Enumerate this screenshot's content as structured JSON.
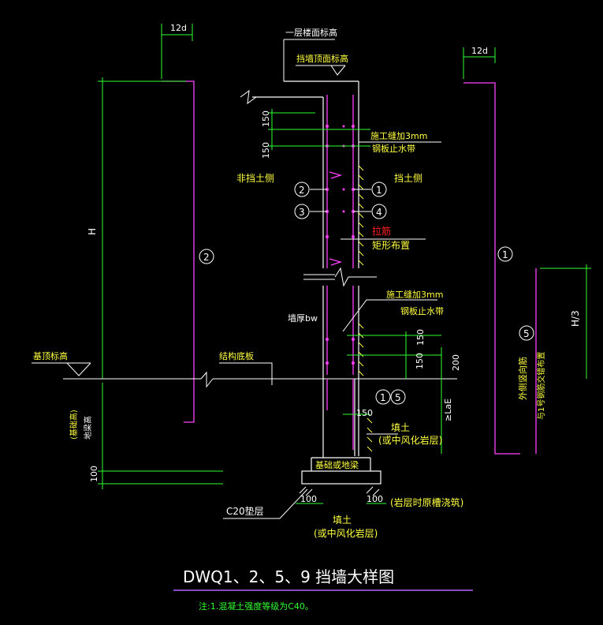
{
  "title": "DWQ1、2、5、9 挡墙大样图",
  "note": "注:1.混凝土强度等级为C40。",
  "dims": {
    "d12_left": "12d",
    "d12_right": "12d",
    "h": "H",
    "h3": "H/3",
    "top150a": "150",
    "top150b": "150",
    "bot150a": "150",
    "bot150b": "150",
    "d200": "200",
    "laE": "≥LaE",
    "d150_inner": "150",
    "d100_left": "100",
    "d100_a": "100",
    "d100_b": "100"
  },
  "labels": {
    "floor_level": "一层楼面标高",
    "wall_top_level": "挡墙顶面标高",
    "joint_top_1": "施工缝加3mm",
    "joint_top_2": "钢板止水带",
    "non_retaining_side": "非挡土侧",
    "retaining_side": "挡土侧",
    "tie_bar": "拉筋",
    "rect_layout": "矩形布置",
    "joint_bot_1": "施工缝加3mm",
    "joint_bot_2": "钢板止水带",
    "wall_thickness": "墙厚bw",
    "foundation_top_level": "基顶标高",
    "structural_slab": "结构底板",
    "backfill_1": "填土",
    "backfill_2": "(或中风化岩层)",
    "foundation_beam": "基础或地梁",
    "cushion": "C20垫层",
    "rock_note": "(岩层时原槽浇筑)",
    "soil_1": "填土",
    "soil_2": "(或中风化岩层)",
    "left_vertical_1": "(基础高)",
    "left_vertical_2": "地梁高",
    "right_vertical_1": "外侧竖向筋",
    "right_vertical_2": "与1号钢筋交错布置"
  },
  "callouts": {
    "c1": "1",
    "c2": "2",
    "c3": "3",
    "c4": "4",
    "c1_left": "2",
    "c1_right": "1",
    "c5": "5",
    "c15_a": "1",
    "c15_b": "5"
  },
  "colors": {
    "background": "#000000",
    "dim": "#30ff30",
    "wall": "#ffffff",
    "rebar": "#ff40ff",
    "text_yellow": "#ffff40",
    "text_white": "#ffffff",
    "accent_red": "#ff2020",
    "title_underline": "#b060ff"
  }
}
